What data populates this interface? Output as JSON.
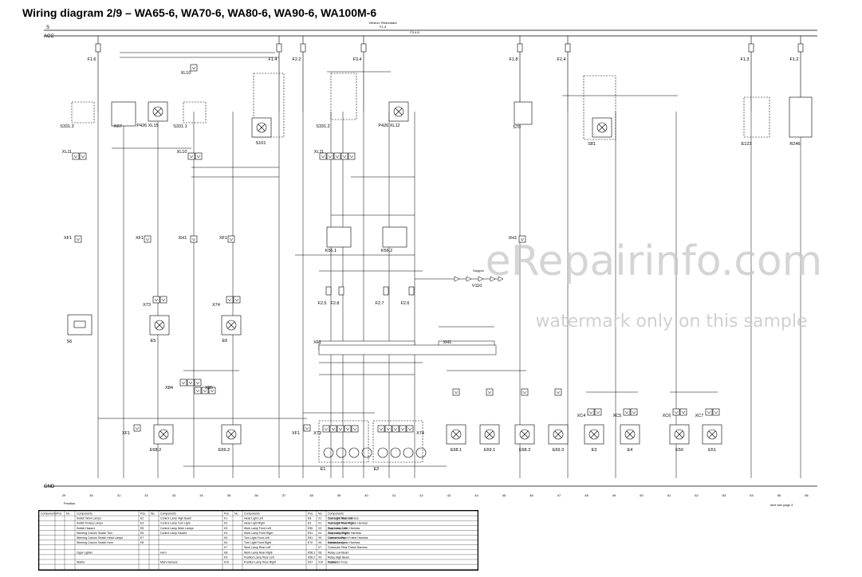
{
  "title": "Wiring diagram 2/9 – WA65-6, WA70-6, WA80-6, WA90-6, WA100M-6",
  "rails": {
    "top1": "S",
    "top2": "ACC",
    "bottom": "GND"
  },
  "top_labels": [
    "Version: Redundant",
    "F1.4",
    "F3.4.8"
  ],
  "fuses_top": [
    "F1.6",
    "F1.4",
    "F2.2",
    "F3.4",
    "F1.8",
    "F2.4",
    "F1.3",
    "F1.2"
  ],
  "fuses_mid": [
    "F2.5",
    "F2.8",
    "F2.7",
    "F2.6"
  ],
  "components": [
    {
      "id": "S331.3"
    },
    {
      "id": "K67"
    },
    {
      "id": "P426 XL15"
    },
    {
      "id": "S331.1"
    },
    {
      "id": "XL10"
    },
    {
      "id": "S101"
    },
    {
      "id": "S331.2"
    },
    {
      "id": "P426 XL12"
    },
    {
      "id": "S70"
    },
    {
      "id": "S81"
    },
    {
      "id": "E123"
    },
    {
      "id": "R246"
    },
    {
      "id": "XL11"
    },
    {
      "id": "XL11"
    },
    {
      "id": "XL10"
    },
    {
      "id": "K56.1"
    },
    {
      "id": "K56.2"
    },
    {
      "id": "V110"
    },
    {
      "id": "X73"
    },
    {
      "id": "X74"
    },
    {
      "id": "E5"
    },
    {
      "id": "E6"
    },
    {
      "id": "S6"
    },
    {
      "id": "XF1"
    },
    {
      "id": "XH1"
    },
    {
      "id": "X84"
    },
    {
      "id": "X85"
    },
    {
      "id": "E68.2"
    },
    {
      "id": "E69.2"
    },
    {
      "id": "X73"
    },
    {
      "id": "X74"
    },
    {
      "id": "E1"
    },
    {
      "id": "E2"
    },
    {
      "id": "E68.1"
    },
    {
      "id": "E69.1"
    },
    {
      "id": "E68.3"
    },
    {
      "id": "E69.3"
    },
    {
      "id": "XC4"
    },
    {
      "id": "XC5"
    },
    {
      "id": "XC6"
    },
    {
      "id": "XC7"
    },
    {
      "id": "E3"
    },
    {
      "id": "E4"
    },
    {
      "id": "E50"
    },
    {
      "id": "E51"
    }
  ],
  "diode_label": "Stopper",
  "bottom_numbers": [
    "29",
    "30",
    "31",
    "32",
    "33",
    "34",
    "35",
    "36",
    "37",
    "38",
    "39",
    "40",
    "41",
    "42",
    "43",
    "44",
    "45",
    "46",
    "47",
    "48",
    "49",
    "50",
    "51",
    "52",
    "53",
    "54",
    "55",
    "56"
  ],
  "footer_left": "Position",
  "footer_right": "next see page 3",
  "watermark": {
    "line1": "eRepairinfo.com",
    "line2": "watermark only on this sample"
  },
  "legend": {
    "headers": [
      "Components",
      "Pos.",
      "No.",
      "Components",
      "Pos.",
      "No.",
      "Components",
      "Pos.",
      "No.",
      "Components",
      "Pos.",
      "No.",
      "Components"
    ],
    "rows": [
      [
        "Switch Work Lamps",
        "E2",
        "Control Lamp High Beam",
        "K1",
        "Head Light Left",
        "E8",
        "Turn Light Rear Left",
        "X1",
        "Connector Main Harness"
      ],
      [
        "Switch Rotary Lamps",
        "E3",
        "Control Lamp Turn Light",
        "K2",
        "Head Light Right",
        "E9",
        "Turn Light Rear Right",
        "X2",
        "Connector Floor Frame Harness"
      ],
      [
        "Switch Hazard",
        "E5",
        "Control Lamp Work Lamps",
        "K3",
        "Work Lamp Front Left",
        "E50",
        "Stop Lamp Left",
        "X3",
        "Connector Cabin Harness"
      ],
      [
        "Steering Column Switch Turn",
        "E6",
        "Control Lamp Hazard",
        "K4",
        "Work Lamp Front Right",
        "E51",
        "Stop Lamp Right",
        "X4",
        "Connector Engine Harness"
      ],
      [
        "Steering Column Switch Head Lamps",
        "E7",
        "",
        "K5",
        "Turn Light Front Left",
        "E61",
        "License Lamp",
        "X5",
        "Connector Front Frame Harness"
      ],
      [
        "Steering Column Switch Horn",
        "E8",
        "",
        "K6",
        "Turn Light Front Right",
        "E70",
        "Interior Lamp",
        "X6",
        "Connector Cabin Harness"
      ],
      [
        "",
        "",
        "",
        "K7",
        "Work Lamp Rear Left",
        "",
        "",
        "X7",
        "Connector Rear Frame Harness"
      ],
      [
        "Cigar Lighter",
        "",
        "Horn",
        "K8",
        "Work Lamp Rear Right",
        "K56.1",
        "Relay Low Beam",
        "X8",
        ""
      ],
      [
        "",
        "",
        "",
        "K9",
        "Position Lamp Rear Left",
        "K56.2",
        "Relay High Beam",
        "X9",
        ""
      ],
      [
        "Starter",
        "",
        "Main Harness",
        "K10",
        "Position Lamp Rear Right",
        "K67",
        "Flasher",
        "X10",
        "Connector Fuse"
      ]
    ]
  }
}
